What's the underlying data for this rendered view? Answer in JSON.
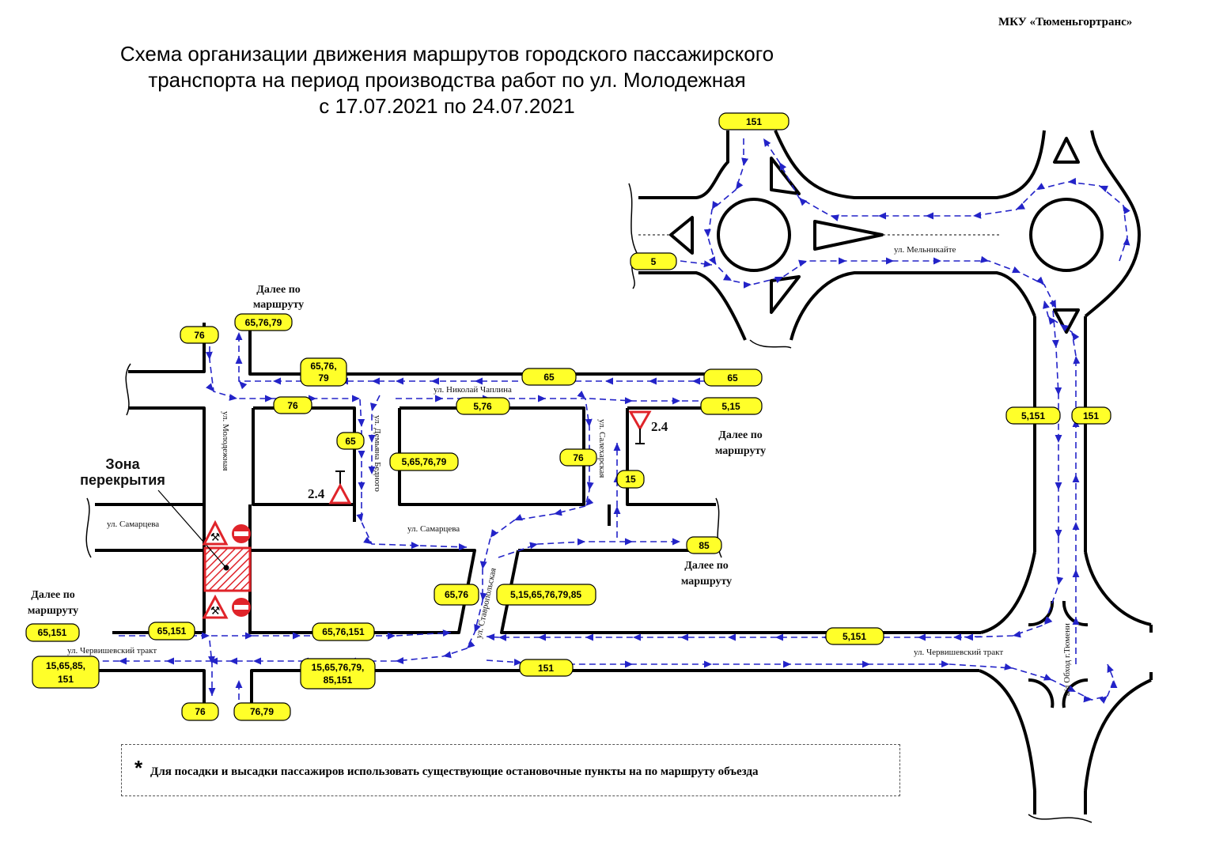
{
  "organization": "МКУ «Тюменьгортранс»",
  "title": {
    "line1": "Схема организации движения маршрутов городского пассажирского",
    "line2": "транспорта на период производства работ по  ул. Молодежная",
    "line3": "с 17.07.2021 по 24.07.2021"
  },
  "zone": {
    "line1": "Зона",
    "line2": "перекрытия"
  },
  "streets": {
    "molodezhnaya": "ул. Молодежная",
    "samartseva_left": "ул. Самарцева",
    "samartseva_mid": "ул. Самарцева",
    "chaplina": "ул. Николай Чаплина",
    "demyana": "ул. Демьяна Бедного",
    "salekharskaya": "ул. Салехарская",
    "stavropolskaya": "ул. Ставропольская",
    "chervishevsky_left": "ул. Червишевский тракт",
    "chervishevsky_right": "ул. Червишевский тракт",
    "melnikaite": "ул. Мельникайте",
    "obkhod": "а/д Обход г.Тюмени"
  },
  "notes": {
    "further_top": [
      "Далее по",
      "маршруту"
    ],
    "further_right": [
      "Далее по",
      "маршруту"
    ],
    "further_mid": [
      "Далее по",
      "маршруту"
    ],
    "further_left": [
      "Далее по",
      "маршруту"
    ]
  },
  "signs": {
    "sign_a": "2.4",
    "sign_b": "2.4"
  },
  "route_labels": [
    {
      "id": "r151top",
      "text": [
        "151"
      ]
    },
    {
      "id": "r5",
      "text": [
        "5"
      ]
    },
    {
      "id": "r657679",
      "text": [
        "65,76,79"
      ]
    },
    {
      "id": "r76a",
      "text": [
        "76"
      ]
    },
    {
      "id": "r657679b",
      "text": [
        "65,76,",
        "79"
      ]
    },
    {
      "id": "r65a",
      "text": [
        "65"
      ]
    },
    {
      "id": "r65b",
      "text": [
        "65"
      ]
    },
    {
      "id": "r76b",
      "text": [
        "76"
      ]
    },
    {
      "id": "r576",
      "text": [
        "5,76"
      ]
    },
    {
      "id": "r515",
      "text": [
        "5,15"
      ]
    },
    {
      "id": "r65c",
      "text": [
        "65"
      ]
    },
    {
      "id": "r5657679",
      "text": [
        "5,65,76,79"
      ]
    },
    {
      "id": "r76c",
      "text": [
        "76"
      ]
    },
    {
      "id": "r15",
      "text": [
        "15"
      ]
    },
    {
      "id": "r5151a",
      "text": [
        "5,151"
      ]
    },
    {
      "id": "r151b",
      "text": [
        "151"
      ]
    },
    {
      "id": "r85",
      "text": [
        "85"
      ]
    },
    {
      "id": "r6576",
      "text": [
        "65,76"
      ]
    },
    {
      "id": "rbig",
      "text": [
        "5,15,65,76,79,85"
      ]
    },
    {
      "id": "r65151",
      "text": [
        "65,151"
      ]
    },
    {
      "id": "r65151b",
      "text": [
        "65,151"
      ]
    },
    {
      "id": "r6576151",
      "text": [
        "65,76,151"
      ]
    },
    {
      "id": "r5151b",
      "text": [
        "5,151"
      ]
    },
    {
      "id": "r15658",
      "text": [
        "15,65,85,",
        "151"
      ]
    },
    {
      "id": "r156576",
      "text": [
        "15,65,76,79,",
        "85,151"
      ]
    },
    {
      "id": "r151c",
      "text": [
        "151"
      ]
    },
    {
      "id": "r76d",
      "text": [
        "76"
      ]
    },
    {
      "id": "r7679",
      "text": [
        "76,79"
      ]
    }
  ],
  "footnote": {
    "star": "*",
    "text": "Для посадки и высадки пассажиров использовать существующие остановочные пункты на по маршруту объезда"
  },
  "colors": {
    "road": "#000000",
    "route_arrow": "#2323c8",
    "label_fill": "#ffff29",
    "closure": "#e0242a"
  }
}
